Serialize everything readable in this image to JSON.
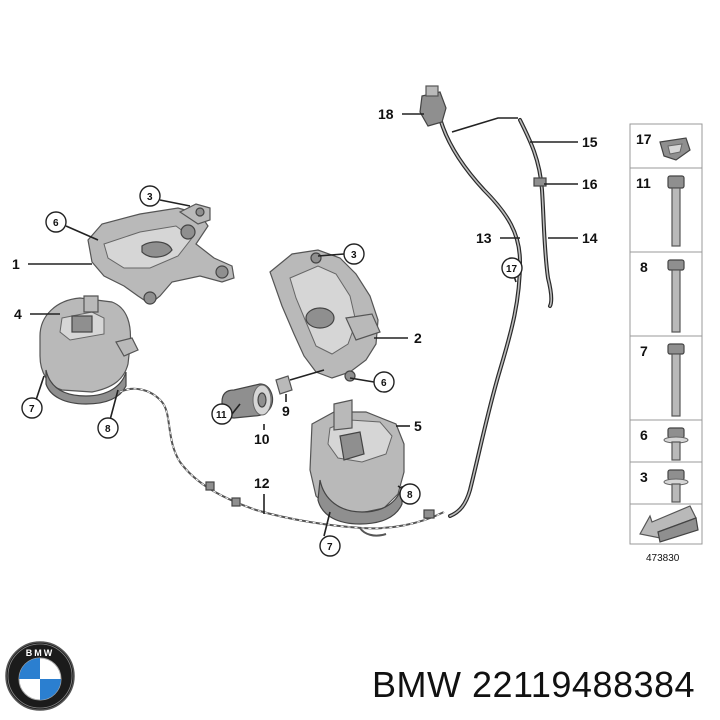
{
  "callouts": {
    "c1": "1",
    "c2": "2",
    "c3a": "3",
    "c3b": "3",
    "c4": "4",
    "c5": "5",
    "c6a": "6",
    "c6b": "6",
    "c7a": "7",
    "c7b": "7",
    "c8a": "8",
    "c8b": "8",
    "c9": "9",
    "c10": "10",
    "c11": "11",
    "c12": "12",
    "c13": "13",
    "c14": "14",
    "c15": "15",
    "c16": "16",
    "c17": "17",
    "c18": "18"
  },
  "panel": {
    "items": [
      "17",
      "11",
      "8",
      "7",
      "6",
      "3"
    ],
    "diagram_code": "473830"
  },
  "logo": {
    "letters": "BMW"
  },
  "brand_label": "BMW 22119488384",
  "colors": {
    "line": "#222222",
    "part": "#b9b9b9",
    "hose": "#2a2a2a",
    "logo_blue": "#2b7fd0"
  }
}
